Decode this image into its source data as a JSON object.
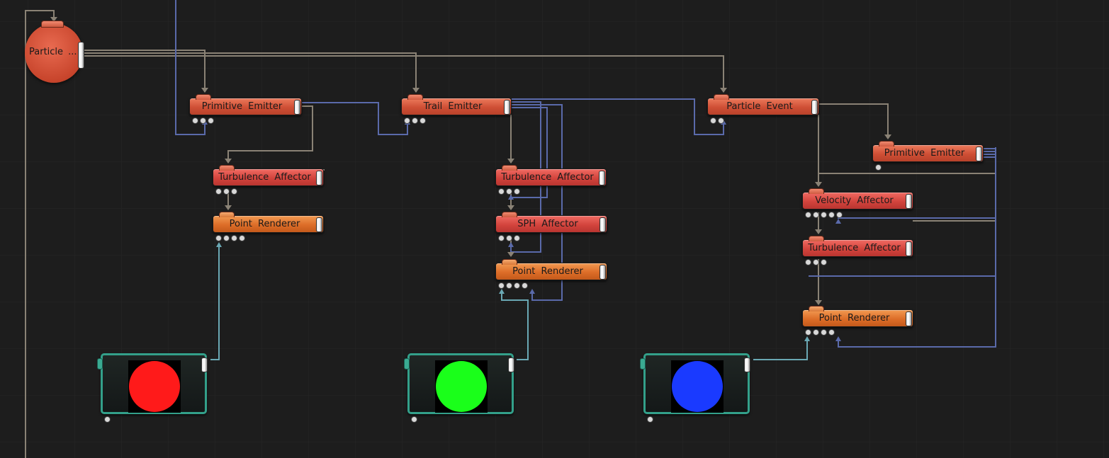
{
  "root": {
    "label": "Particle ..."
  },
  "nodes": {
    "pe1": {
      "label": "Primitive Emitter"
    },
    "trail": {
      "label": "Trail Emitter"
    },
    "pevent": {
      "label": "Particle Event"
    },
    "pe2": {
      "label": "Primitive Emitter"
    },
    "turb1": {
      "label": "Turbulence Affector"
    },
    "turb2": {
      "label": "Turbulence Affector"
    },
    "turb3": {
      "label": "Turbulence Affector"
    },
    "sph": {
      "label": "SPH Affector"
    },
    "vel": {
      "label": "Velocity Affector"
    },
    "pr1": {
      "label": "Point Renderer"
    },
    "pr2": {
      "label": "Point Renderer"
    },
    "pr3": {
      "label": "Point Renderer"
    }
  },
  "images": [
    {
      "color": "#ff1a1a"
    },
    {
      "color": "#1aff1a"
    },
    {
      "color": "#1a3aff"
    }
  ],
  "colors": {
    "background": "#1d1d1d",
    "wire_gray": "#8a8275",
    "wire_blue": "#5a6aaa",
    "wire_teal": "#6aa8b4",
    "emitter": "#d95a3e",
    "affector": "#d8463f",
    "renderer": "#e07434",
    "image_node": "#33a08a"
  }
}
